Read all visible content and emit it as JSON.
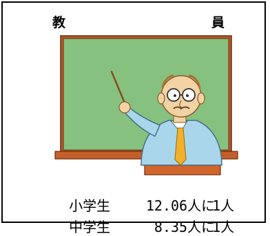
{
  "heading": {
    "left": "教",
    "right": "員"
  },
  "stats": [
    {
      "label": "小学生",
      "value": "12.06",
      "unit": "人に",
      "count": "1人"
    },
    {
      "label": "中学生",
      "value": "8.35",
      "unit": "人に",
      "count": "1人"
    }
  ],
  "colors": {
    "board": "#86c17f",
    "board_frame": "#b65a2b",
    "shirt": "#a9d6ea",
    "tie": "#f2b12a",
    "skin": "#f3d2a4"
  },
  "illustration": "teacher-pointing-at-chalkboard"
}
